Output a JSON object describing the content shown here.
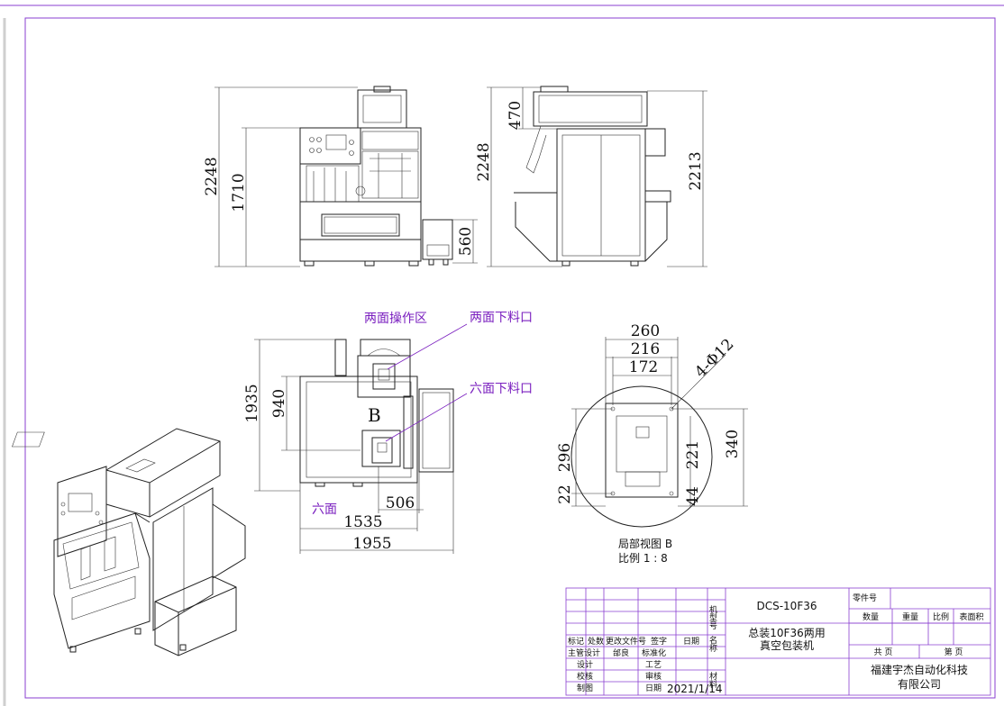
{
  "front_view": {
    "dim_total_height": "2248",
    "dim_body_height": "1710",
    "dim_box_height": "560"
  },
  "side_view": {
    "dim_top": "470",
    "dim_total_height": "2248",
    "dim_right_height": "2213"
  },
  "top_view": {
    "label_two_side_ops": "两面操作区",
    "label_two_side_outlet": "两面下料口",
    "label_six_side_outlet": "六面下料口",
    "label_six_side": "六面",
    "marker_b": "B",
    "dim_depth": "1935",
    "dim_inner": "940",
    "dim_506": "506",
    "dim_1535": "1535",
    "dim_1955": "1955"
  },
  "detail_view": {
    "dim_260": "260",
    "dim_216": "216",
    "dim_172": "172",
    "dim_hole": "4-Φ12",
    "dim_296": "296",
    "dim_22": "22",
    "dim_221": "221",
    "dim_44": "44",
    "dim_340": "340",
    "caption": "局部视图 B",
    "scale": "比例 1 : 8"
  },
  "title_block": {
    "model_label": "机型号",
    "model_value": "DCS-10F36",
    "name_label": "名称",
    "name_line1": "总装10F36两用",
    "name_line2": "真空包装机",
    "material_label": "材料",
    "part_no_label": "零件号",
    "qty_label": "数量",
    "weight_label": "重量",
    "scale_label": "比例",
    "surface_label": "表面积",
    "total_label": "共    页",
    "page_label": "第    页",
    "company_line1": "福建宇杰自动化科技",
    "company_line2": "有限公司",
    "hdr_mark": "标记",
    "hdr_place": "处数",
    "hdr_change": "更改文件号",
    "hdr_sign": "签字",
    "hdr_date": "日期",
    "chief_designer": "主管设计",
    "chief_designer_name": "邰良",
    "standardize": "标准化",
    "design": "设计",
    "craft": "工艺",
    "check": "校核",
    "review": "审核",
    "draw": "制图",
    "date_label": "日期",
    "date_value": "2021/1/14"
  }
}
